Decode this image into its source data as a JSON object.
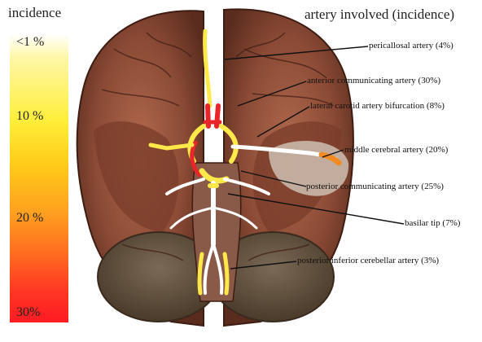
{
  "legend": {
    "title": "incidence",
    "ticks": [
      "<1 %",
      "10 %",
      "20 %",
      "30%"
    ]
  },
  "heading": "artery involved (incidence)",
  "labels": {
    "pericallosal": "pericallosal artery (4%)",
    "anterior_communicating": "anterior communicating artery (30%)",
    "lateral_carotid": "lateral carotid artery bifurcation (8%)",
    "middle_cerebral": "middle cerebral artery (20%)",
    "posterior_communicating": "posterior communicating artery (25%)",
    "basilar_tip": "basilar tip (7%)",
    "posterior_inferior_cerebellar": "posterior inferior cerebellar artery (3%)"
  },
  "colors": {
    "brain": "#8a4a35",
    "brain_dark": "#5a2c1e",
    "vessel_white": "#ffffff",
    "vessel_yellow": "#ffe94a",
    "vessel_red": "#e8262a",
    "vessel_orange": "#f28a24"
  }
}
